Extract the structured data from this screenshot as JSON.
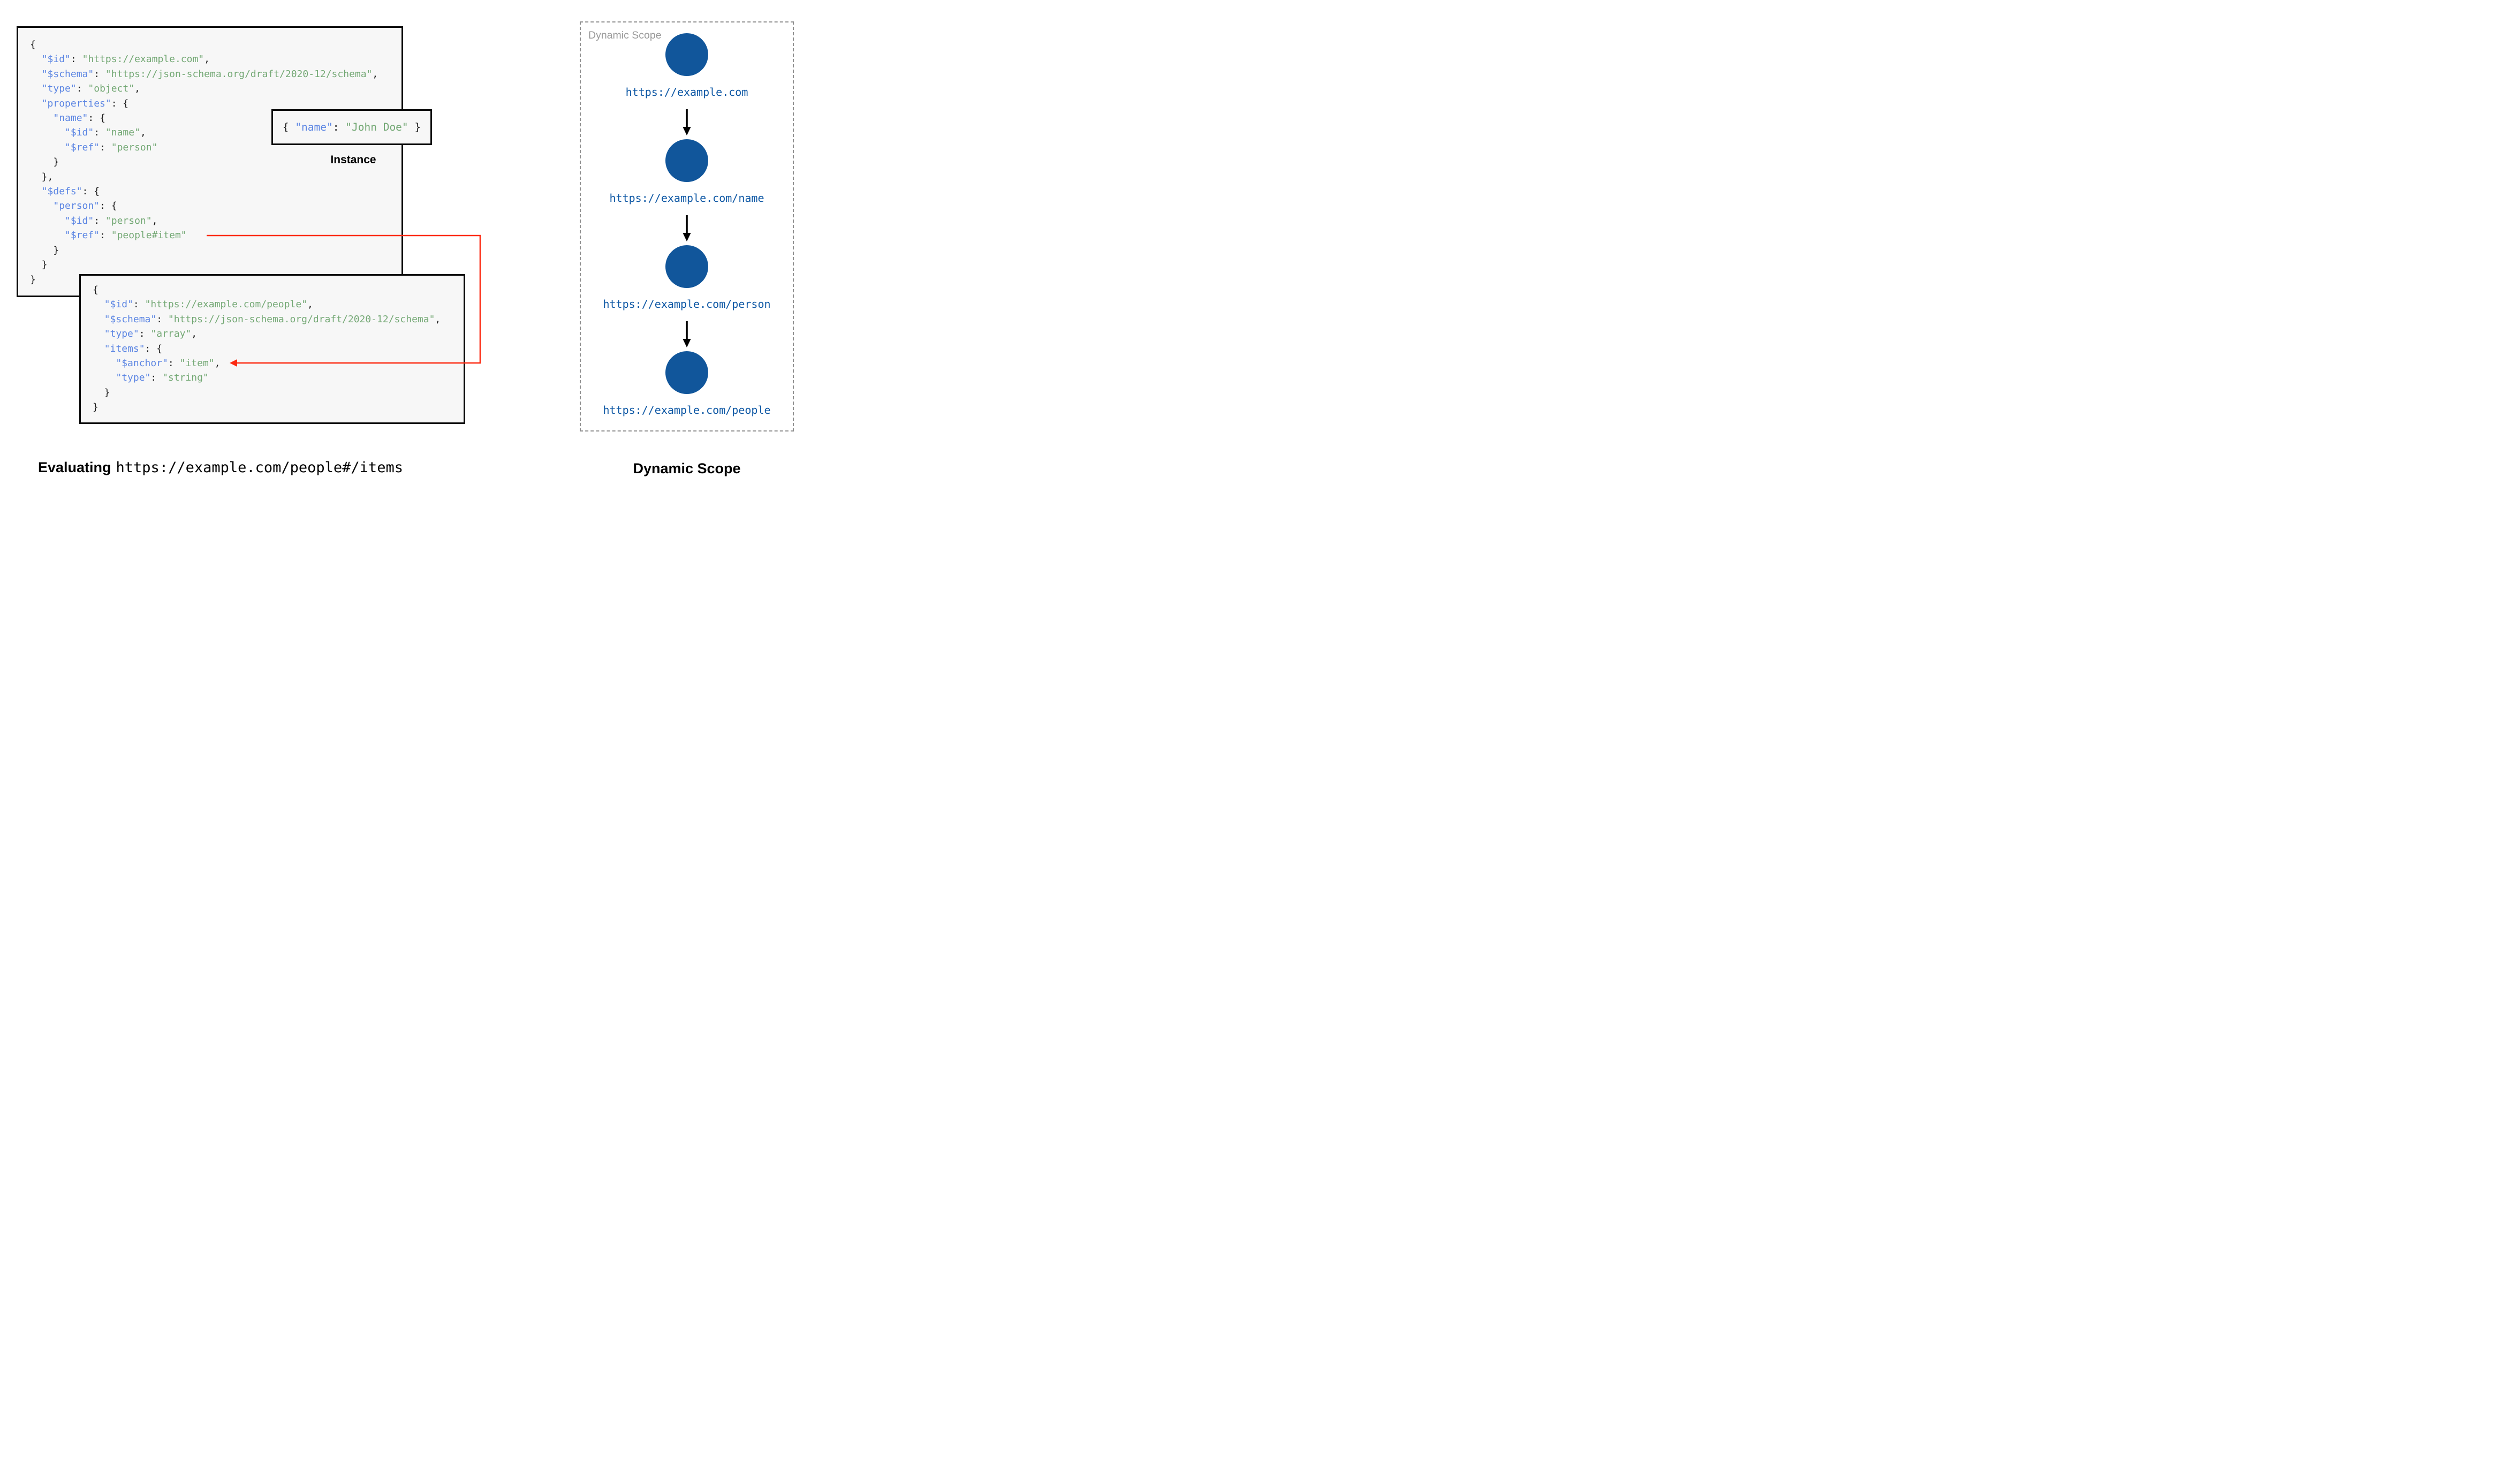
{
  "colors": {
    "panel-bg": "#f7f7f7",
    "ink": "#0a0a0a",
    "key-blue": "#5b85e3",
    "str-green": "#73a874",
    "node-blue": "#11569b",
    "url-blue": "#0d57a4",
    "red": "#fc2a12",
    "dash-gray": "#909090",
    "watermark-gray": "#9a9a9a"
  },
  "schema_a": {
    "code": [
      "{",
      "  \"$id\": \"https://example.com\",",
      "  \"$schema\": \"https://json-schema.org/draft/2020-12/schema\",",
      "  \"type\": \"object\",",
      "  \"properties\": {",
      "    \"name\": {",
      "      \"$id\": \"name\",",
      "      \"$ref\": \"person\"",
      "    }",
      "  },",
      "  \"$defs\": {",
      "    \"person\": {",
      "      \"$id\": \"person\",",
      "      \"$ref\": \"people#item\"",
      "    }",
      "  }",
      "}"
    ]
  },
  "instance": {
    "code": [
      "{ \"name\": \"John Doe\" }"
    ],
    "label": "Instance"
  },
  "schema_b": {
    "code": [
      "{",
      "  \"$id\": \"https://example.com/people\",",
      "  \"$schema\": \"https://json-schema.org/draft/2020-12/schema\",",
      "  \"type\": \"array\",",
      "  \"items\": {",
      "    \"$anchor\": \"item\",",
      "    \"type\": \"string\"",
      "  }",
      "}"
    ]
  },
  "dynamic_scope": {
    "watermark": "Dynamic Scope",
    "nodes": [
      {
        "url": "https://example.com"
      },
      {
        "url": "https://example.com/name"
      },
      {
        "url": "https://example.com/person"
      },
      {
        "url": "https://example.com/people"
      }
    ]
  },
  "captions": {
    "evaluating_prefix": "Evaluating",
    "evaluating_url": "https://example.com/people#/items",
    "scope_label": "Dynamic Scope"
  }
}
